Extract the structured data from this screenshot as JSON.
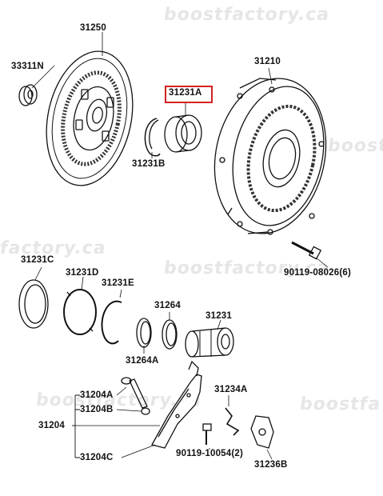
{
  "watermarks": [
    "boostfactory.ca",
    "boostfa",
    "factory.ca",
    "boostfactory.ca",
    "boostfactory.ca",
    "boostfa"
  ],
  "highlight_color": "#d22222",
  "labels": {
    "p31250": "31250",
    "p33311n": "33311N",
    "p31231a": "31231A",
    "p31231b": "31231B",
    "p31210": "31210",
    "p90119_08026": "90119-08026(6)",
    "p31231c": "31231C",
    "p31231d": "31231D",
    "p31231e": "31231E",
    "p31264": "31264",
    "p31264a": "31264A",
    "p31231": "31231",
    "p31204a": "31204A",
    "p31204b": "31204B",
    "p31204": "31204",
    "p31204c": "31204C",
    "p31234a": "31234A",
    "p90119_10054": "90119-10054(2)",
    "p31236b": "31236B"
  }
}
